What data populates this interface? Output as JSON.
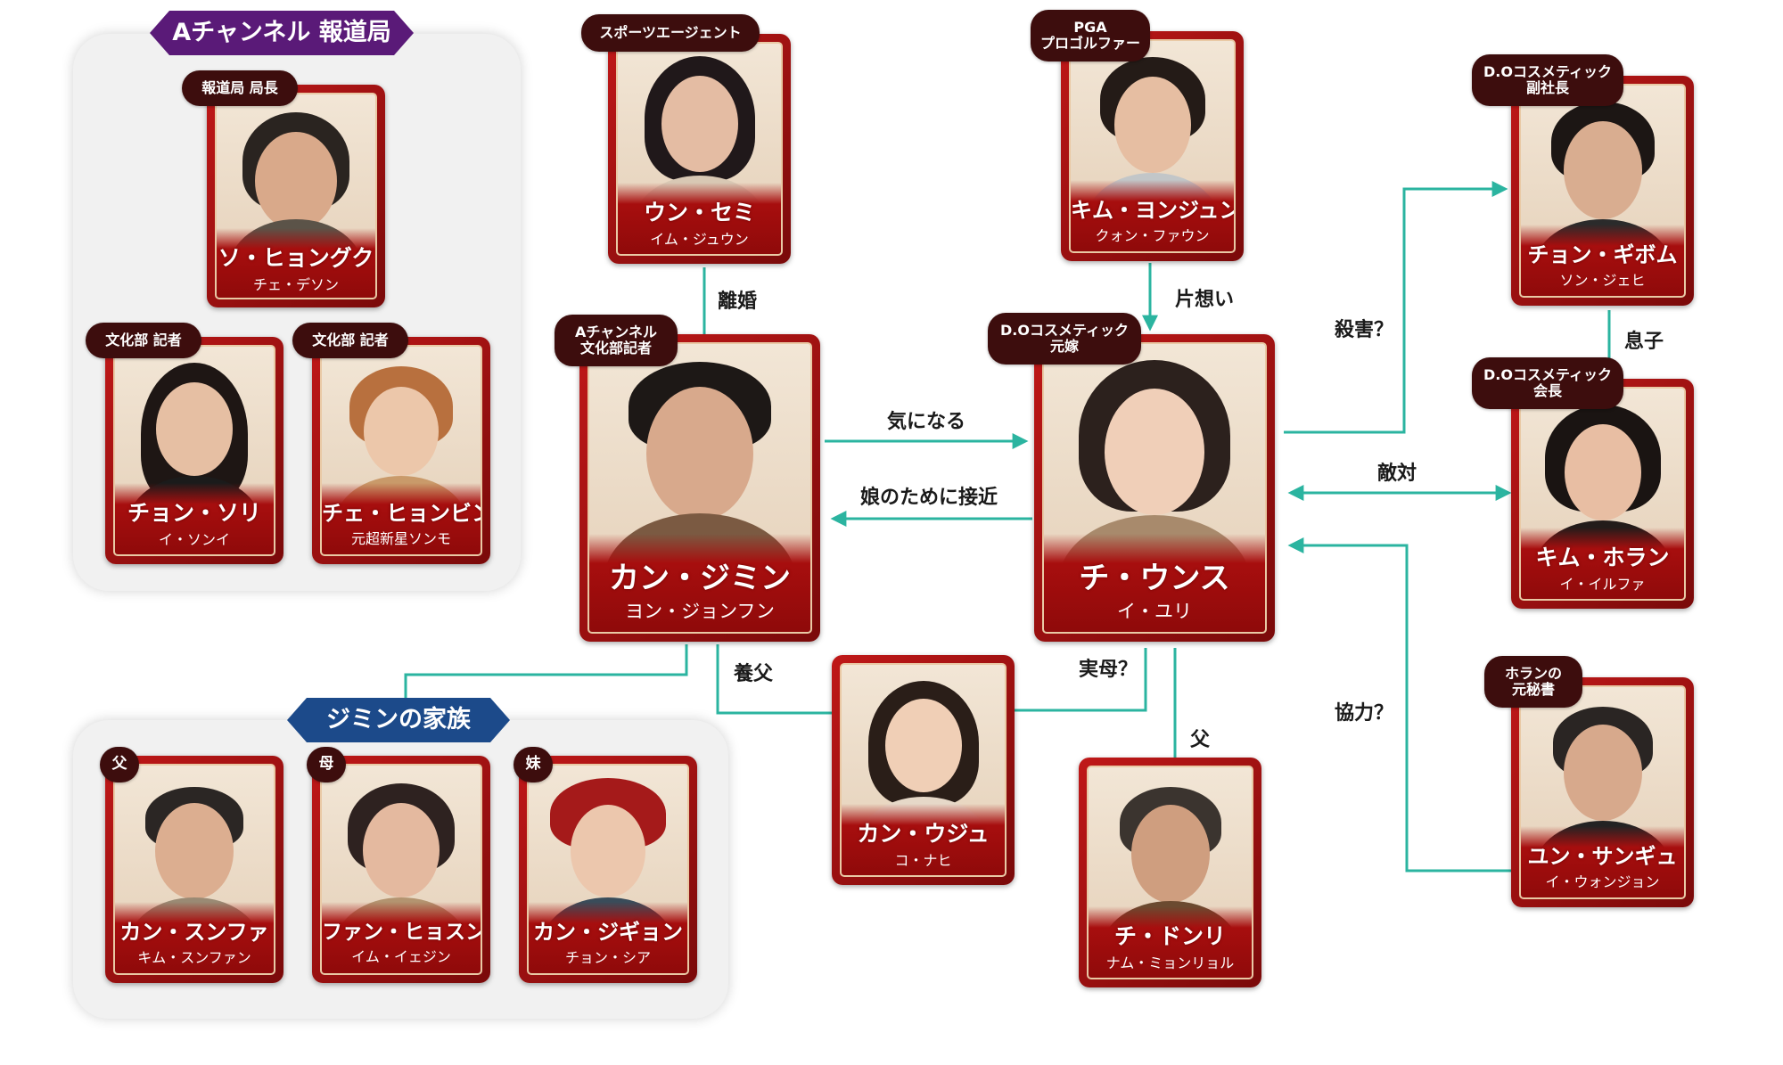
{
  "colors": {
    "connector": "#2bb4a0",
    "card_red": "#b01414",
    "tag_bg": "#3d0d0d",
    "banner_purple": "#5a1a78",
    "banner_blue": "#1c4a8a"
  },
  "groups": {
    "channel": {
      "title": "Aチャンネル 報道局"
    },
    "family": {
      "title": "ジミンの家族"
    }
  },
  "cards": {
    "so": {
      "role": "報道局 局長",
      "name": "ソ・ヒョングク",
      "actor": "チェ・デソン"
    },
    "jeong_sori": {
      "role": "文化部 記者",
      "name": "チョン・ソリ",
      "actor": "イ・ソンイ"
    },
    "choi": {
      "role": "文化部 記者",
      "name": "チェ・ヒョンビン",
      "actor": "元超新星ソンモ"
    },
    "un": {
      "role": "スポーツエージェント",
      "name": "ウン・セミ",
      "actor": "イム・ジュウン"
    },
    "kang_jimin": {
      "role_line1": "Aチャンネル",
      "role_line2": "文化部記者",
      "name": "カン・ジミン",
      "actor": "ヨン・ジョンフン"
    },
    "kim_yj": {
      "role_line1": "PGA",
      "role_line2": "プロゴルファー",
      "name": "キム・ヨンジュン",
      "actor": "クォン・ファウン"
    },
    "ji_eunsu": {
      "role_line1": "D.Oコスメティック",
      "role_line2": "元嫁",
      "name": "チ・ウンス",
      "actor": "イ・ユリ"
    },
    "jeong_gibom": {
      "role_line1": "D.Oコスメティック",
      "role_line2": "副社長",
      "name": "チョン・ギボム",
      "actor": "ソン・ジェヒ"
    },
    "kim_horan": {
      "role_line1": "D.Oコスメティック",
      "role_line2": "会長",
      "name": "キム・ホラン",
      "actor": "イ・イルファ"
    },
    "yun": {
      "role_line1": "ホランの",
      "role_line2": "元秘書",
      "name": "ユン・サンギュ",
      "actor": "イ・ウォンジョン"
    },
    "kang_uju": {
      "name": "カン・ウジュ",
      "actor": "コ・ナヒ"
    },
    "ji_donri": {
      "name": "チ・ドンリ",
      "actor": "ナム・ミョンリョル"
    },
    "father": {
      "role": "父",
      "name": "カン・スンファ",
      "actor": "キム・スンファン"
    },
    "mother": {
      "role": "母",
      "name": "ファン・ヒョスン",
      "actor": "イム・イェジン"
    },
    "sister": {
      "role": "妹",
      "name": "カン・ジギョン",
      "actor": "チョン・シア"
    }
  },
  "relations": {
    "divorce": "離婚",
    "unrequited": "片想い",
    "curious": "気になる",
    "for_daughter": "娘のために接近",
    "murder": "殺害？",
    "son": "息子",
    "rival": "敵対",
    "cooperate": "協力？",
    "foster_father": "養父",
    "real_mother": "実母？",
    "father": "父"
  }
}
